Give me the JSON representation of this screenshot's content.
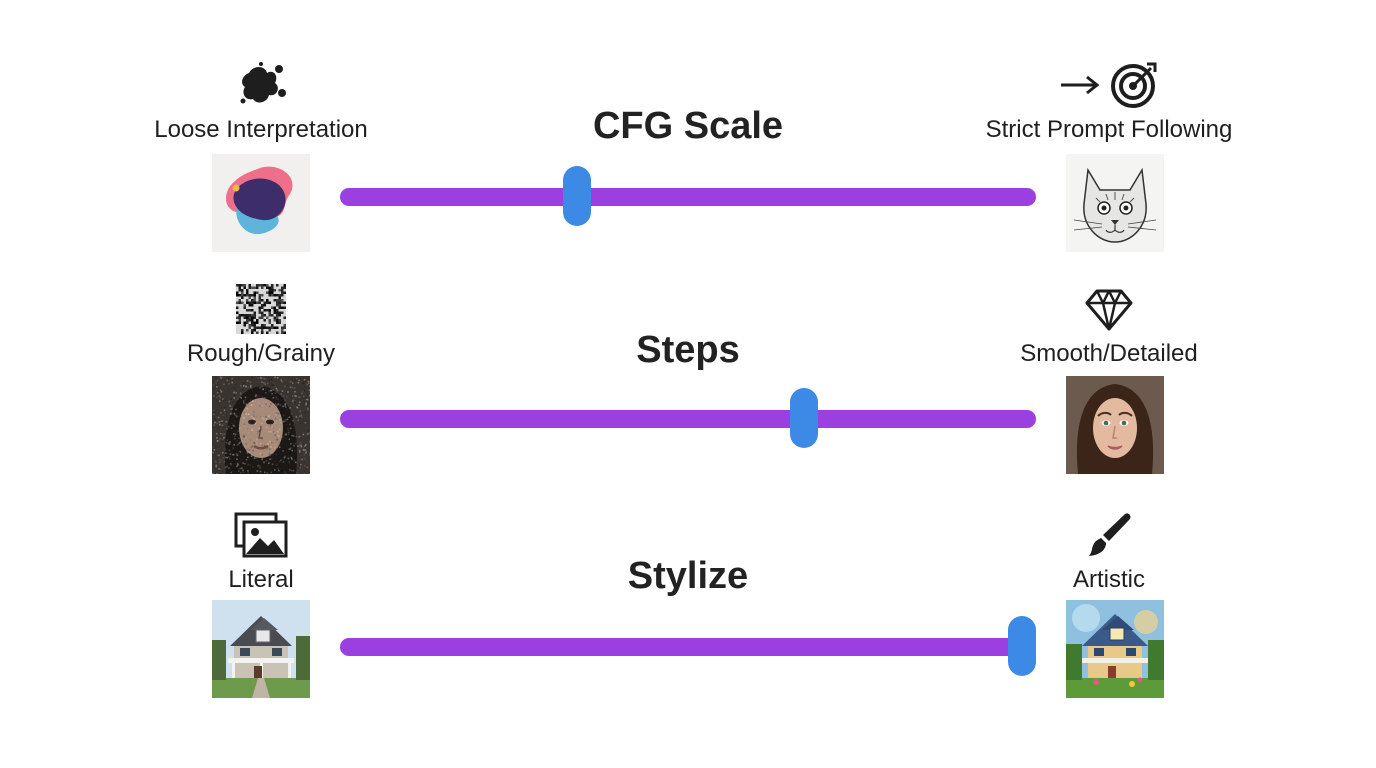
{
  "sliders": [
    {
      "title": "CFG Scale",
      "left_label": "Loose Interpretation",
      "right_label": "Strict Prompt Following",
      "left_icon": "ink-splash-icon",
      "right_icon": "arrow-target-icon",
      "value": 0.34,
      "track_color": "#9b3fe0",
      "knob_color": "#3d8ae6"
    },
    {
      "title": "Steps",
      "left_label": "Rough/Grainy",
      "right_label": "Smooth/Detailed",
      "left_icon": "noise-texture-icon",
      "right_icon": "diamond-icon",
      "value": 0.667,
      "track_color": "#9b3fe0",
      "knob_color": "#3d8ae6"
    },
    {
      "title": "Stylize",
      "left_label": "Literal",
      "right_label": "Artistic",
      "left_icon": "image-gallery-icon",
      "right_icon": "paintbrush-icon",
      "value": 0.98,
      "track_color": "#9b3fe0",
      "knob_color": "#3d8ae6"
    }
  ]
}
